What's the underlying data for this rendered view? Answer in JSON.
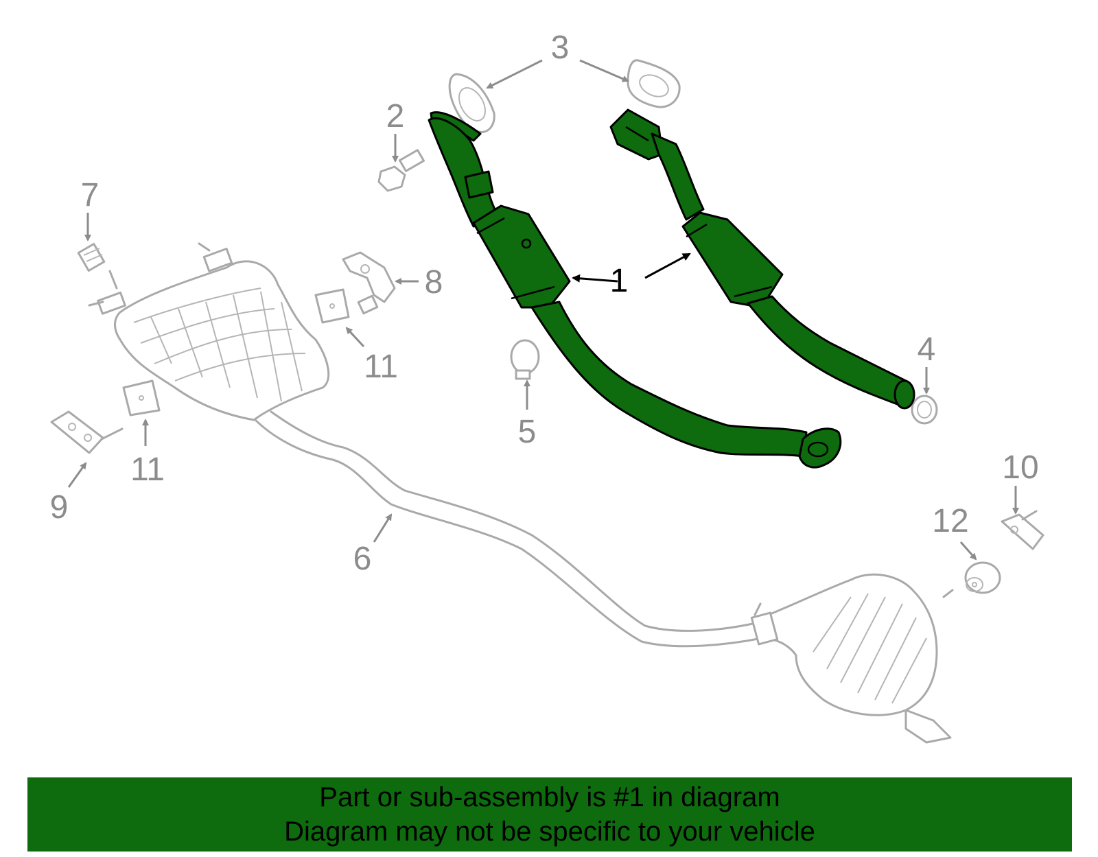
{
  "callouts": {
    "c1": "1",
    "c2": "2",
    "c3": "3",
    "c4": "4",
    "c5": "5",
    "c6": "6",
    "c7": "7",
    "c8": "8",
    "c9": "9",
    "c10": "10",
    "c11a": "11",
    "c11b": "11",
    "c12": "12"
  },
  "banner": {
    "line1": "Part or sub-assembly is #1 in diagram",
    "line2": "Diagram may not be specific to your vehicle"
  },
  "colors": {
    "highlight": "#0e6b0e",
    "ghost": "#a9a9a9",
    "callout": "#8c8c8c"
  }
}
